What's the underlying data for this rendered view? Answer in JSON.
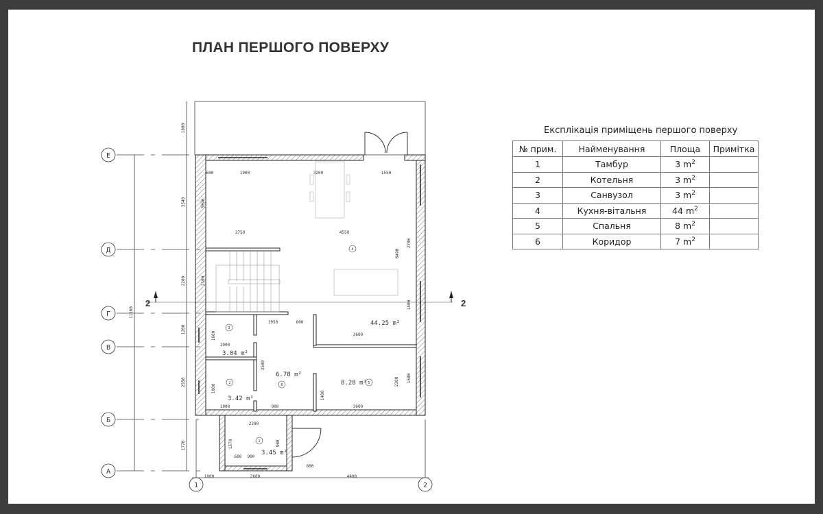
{
  "title": "ПЛАН ПЕРШОГО ПОВЕРХУ",
  "explication": {
    "title": "Експлікація приміщень першого поверху",
    "headers": [
      "№ прим.",
      "Найменування",
      "Площа",
      "Примітка"
    ],
    "rows": [
      {
        "num": "1",
        "name": "Тамбур",
        "area": "3 m",
        "note": ""
      },
      {
        "num": "2",
        "name": "Котельня",
        "area": "3 m",
        "note": ""
      },
      {
        "num": "3",
        "name": "Санвузол",
        "area": "3 m",
        "note": ""
      },
      {
        "num": "4",
        "name": "Кухня-вітальня",
        "area": "44 m",
        "note": ""
      },
      {
        "num": "5",
        "name": "Спальня",
        "area": "8 m",
        "note": ""
      },
      {
        "num": "6",
        "name": "Коридор",
        "area": "7 m",
        "note": ""
      }
    ],
    "sup": "2"
  },
  "plan": {
    "axes_rows": [
      "Е",
      "Д",
      "Г",
      "В",
      "Б",
      "А"
    ],
    "axes_cols": [
      "1",
      "2"
    ],
    "section_mark": "2",
    "areas": [
      "44.25 m²",
      "3.04 m²",
      "6.78 m²",
      "8.28 m²",
      "3.42 m²",
      "3.45 m²"
    ],
    "room_numbers": [
      "1",
      "2",
      "3",
      "4",
      "5",
      "6"
    ],
    "dims": [
      "1800",
      "3340",
      "2200",
      "1200",
      "2550",
      "1770",
      "11160",
      "1900",
      "3200",
      "1550",
      "2750",
      "4550",
      "600",
      "3090",
      "2100",
      "6490",
      "1500",
      "2700",
      "1000",
      "2600",
      "4400",
      "2200",
      "3600",
      "3600",
      "1900",
      "900",
      "1050",
      "800",
      "1900",
      "1600",
      "1800",
      "3500",
      "1400",
      "2300",
      "1570",
      "900",
      "600",
      "900",
      "800",
      "1500"
    ]
  }
}
